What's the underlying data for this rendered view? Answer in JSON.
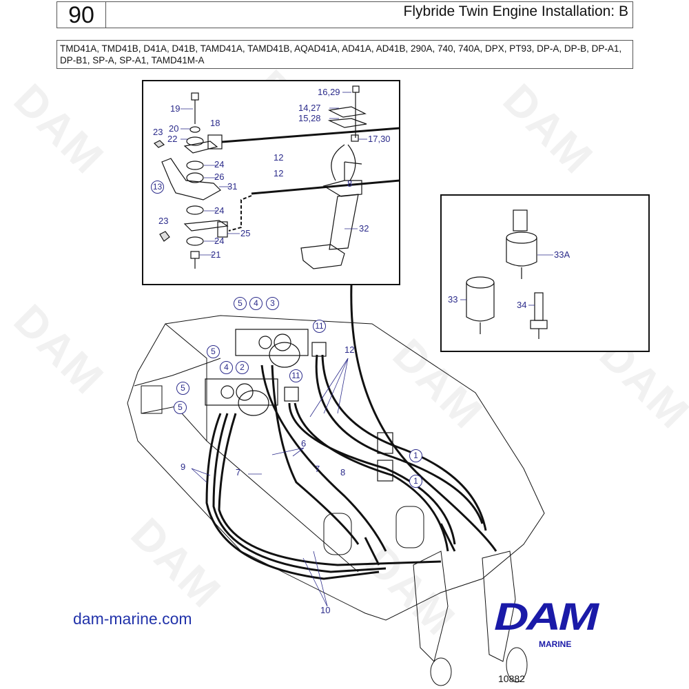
{
  "header": {
    "page_number": "90",
    "title": "Flybride Twin Engine Installation: B"
  },
  "models": "TMD41A, TMD41B, D41A, D41B, TAMD41A, TAMD41B, AQAD41A, AD41A, AD41B, 290A, 740, 740A, DPX, PT93, DP-A, DP-B, DP-A1, DP-B1, SP-A, SP-A1, TAMD41M-A",
  "watermark": "DAM",
  "inset_mount": {
    "labels": [
      "19",
      "20",
      "22",
      "23",
      "18",
      "24",
      "26",
      "13",
      "31",
      "24",
      "23",
      "25",
      "24",
      "21",
      "12",
      "12",
      "16,29",
      "14,27",
      "15,28",
      "17,30",
      "8",
      "32"
    ]
  },
  "inset_sensors": {
    "labels": [
      "33A",
      "33",
      "34"
    ]
  },
  "boat": {
    "labels": [
      "5",
      "4",
      "3",
      "11",
      "12",
      "5",
      "4",
      "2",
      "11",
      "5",
      "5",
      "6",
      "1",
      "1",
      "9",
      "7",
      "7",
      "8",
      "10"
    ]
  },
  "footer": {
    "website": "dam-marine.com",
    "logo": "DAM",
    "logo_sub": "MARINE",
    "figure_number": "10882"
  },
  "colors": {
    "callout": "#2a2a8a",
    "brand": "#1a1aa8"
  }
}
